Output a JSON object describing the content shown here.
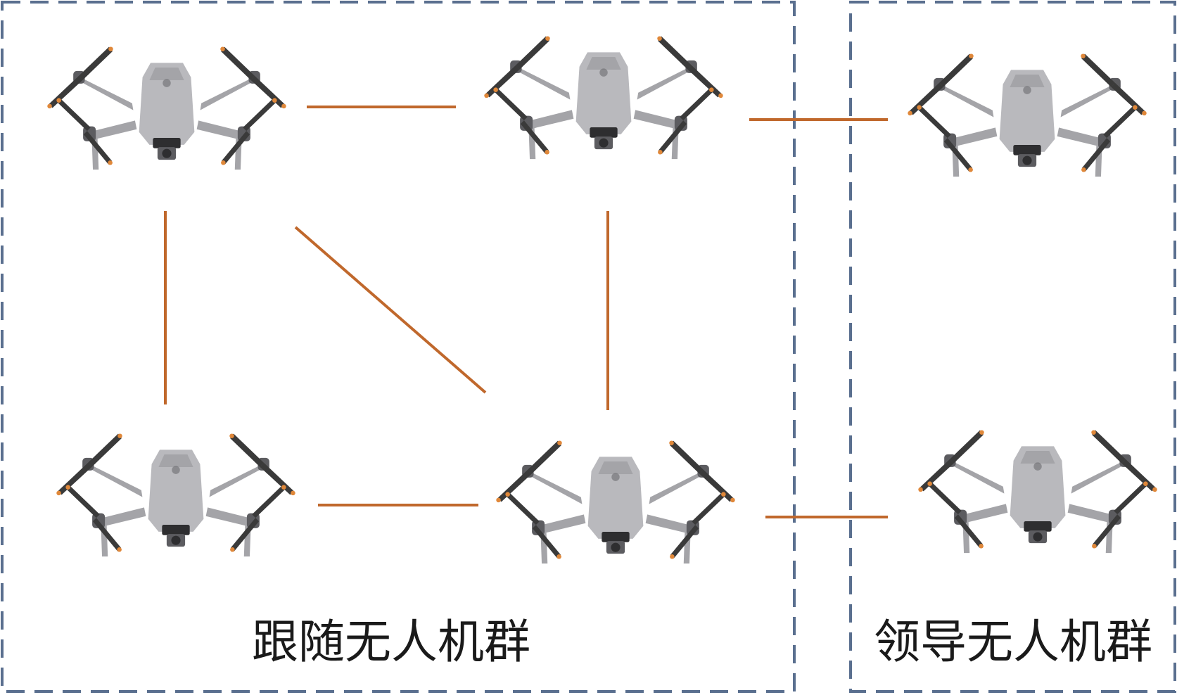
{
  "groups": {
    "follower": {
      "label": "跟随无人机群"
    },
    "leader": {
      "label": "领导无人机群"
    }
  },
  "colors": {
    "border": "#5a6f8f",
    "link": "#c0682c",
    "drone_body": "#b9b9bd",
    "drone_arm": "#a4a4a8",
    "drone_dark": "#5c5c60",
    "propeller": "#3a3a3a",
    "propeller_tip": "#e0883a",
    "camera": "#2e2e30"
  },
  "drones": [
    {
      "id": "follower-1",
      "group": "follower"
    },
    {
      "id": "follower-2",
      "group": "follower"
    },
    {
      "id": "follower-3",
      "group": "follower"
    },
    {
      "id": "follower-4",
      "group": "follower"
    },
    {
      "id": "leader-1",
      "group": "leader"
    },
    {
      "id": "leader-2",
      "group": "leader"
    }
  ],
  "links": [
    {
      "from": "follower-1",
      "to": "follower-2"
    },
    {
      "from": "follower-1",
      "to": "follower-3"
    },
    {
      "from": "follower-1",
      "to": "follower-4"
    },
    {
      "from": "follower-2",
      "to": "follower-4"
    },
    {
      "from": "follower-3",
      "to": "follower-4"
    },
    {
      "from": "follower-2",
      "to": "leader-1"
    },
    {
      "from": "follower-4",
      "to": "leader-2"
    }
  ]
}
